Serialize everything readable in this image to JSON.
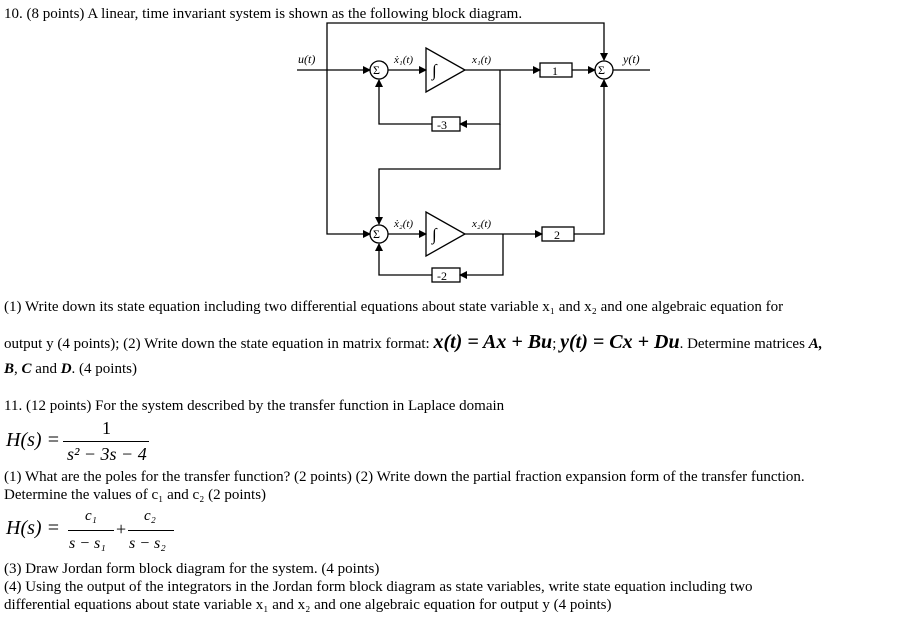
{
  "q10": {
    "header": "10. (8 points) A linear, time invariant system is shown as the following block diagram.",
    "diagram": {
      "u": "u(t)",
      "y": "y(t)",
      "x1dot": "ẋ₁(t)",
      "x1": "x₁(t)",
      "x2dot": "ẋ₂(t)",
      "x2": "x₂(t)",
      "g1": "1",
      "g2": "2",
      "fb1": "-3",
      "fb2": "-2",
      "sum": "Σ",
      "int": "∫"
    },
    "p1": "(1) Write down its state equation including two differential equations about state variable x₁ and x₂ and one algebraic equation for",
    "p2_pre": "output y (4 points); (2) Write down the state equation in matrix format: ",
    "p2_eq1": "x(t) = Ax + Bu",
    "p2_sep": "; ",
    "p2_eq2": "y(t) = Cx + Du",
    "p2_post": ". Determine matrices ",
    "p2_A": "A,",
    "p3_B": "B",
    "p3_sep1": ", ",
    "p3_C": "C",
    "p3_and": " and ",
    "p3_D": "D",
    "p3_post": ". (4 points)"
  },
  "q11": {
    "header": "11. (12 points) For the system described by the transfer function in Laplace domain",
    "H_lhs": "H(s) =",
    "H_num": "1",
    "H_den": "s² − 3s − 4",
    "q1a": "(1) What are the poles for the transfer function? (2 points) (2) Write down the partial fraction expansion form of the transfer function.",
    "q1b": "Determine the values of c₁ and c₂ (2 points)",
    "pf_lhs": "H(s) =",
    "pf_n1": "c₁",
    "pf_d1": "s − s₁",
    "pf_plus": "+",
    "pf_n2": "c₂",
    "pf_d2": "s − s₂",
    "q3": "(3) Draw Jordan form block diagram for the system. (4 points)",
    "q4a": "(4) Using the output of the integrators in the Jordan form block diagram as state variables, write state equation including two",
    "q4b": "differential equations about state variable x₁ and x₂ and one algebraic equation for output y (4 points)"
  }
}
